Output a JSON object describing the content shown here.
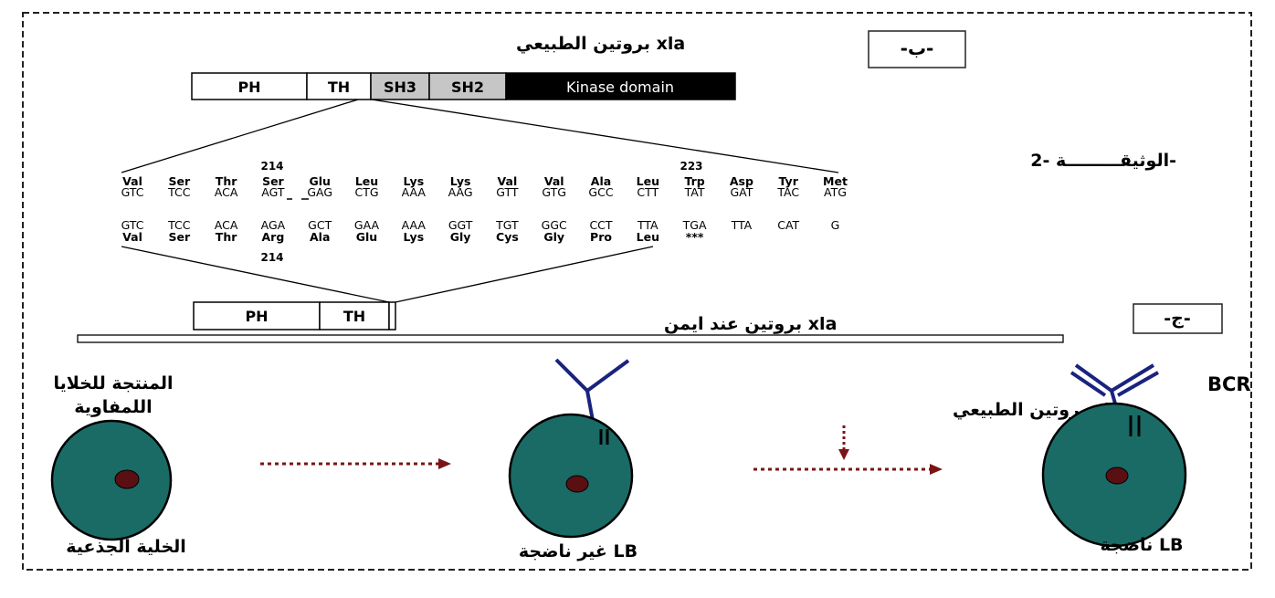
{
  "labels": {
    "panel_b": "-ب-",
    "panel_j": "-ج-",
    "document": "الوثيقـــــــــة -2-",
    "normal_protein": "xla بروتين الطبيعي",
    "mutant_protein": "xla بروتين عند ايمن",
    "normal_protein_arrow": "xla بروتين الطبيعي",
    "bcr": "BCR",
    "stem_cell_top_1": "المنتجة للخلايا",
    "stem_cell_top_2": "اللمفاوية",
    "stem_cell_bottom": "الخلية الجذعية",
    "immature_lb": "LB غير ناضجة",
    "mature_lb": "LB ناضجة"
  },
  "normal_domains": [
    "PH",
    "TH",
    "SH3",
    "SH2",
    "Kinase domain"
  ],
  "mutant_domains": [
    "PH",
    "TH"
  ],
  "sequence": {
    "pos_214_top": "214",
    "pos_223": "223",
    "pos_214_bottom": "214",
    "normal_aa": [
      "Val",
      "Ser",
      "Thr",
      "Ser",
      "Glu",
      "Leu",
      "Lys",
      "Lys",
      "Val",
      "Val",
      "Ala",
      "Leu",
      "Trp",
      "Asp",
      "Tyr",
      "Met"
    ],
    "normal_codons": [
      "GTC",
      "TCC",
      "ACA",
      "AGT",
      "GAG",
      "CTG",
      "AAA",
      "AAG",
      "GTT",
      "GTG",
      "GCC",
      "CTT",
      "TAT",
      "GAT",
      "TAC",
      "ATG"
    ],
    "mutant_codons": [
      "GTC",
      "TCC",
      "ACA",
      "AGA",
      "GCT",
      "GAA",
      "AAA",
      "GGT",
      "TGT",
      "GGC",
      "CCT",
      "TTA",
      "TGA",
      "TTA",
      "CAT",
      "G"
    ],
    "mutant_aa": [
      "Val",
      "Ser",
      "Thr",
      "Arg",
      "Ala",
      "Glu",
      "Lys",
      "Gly",
      "Cys",
      "Gly",
      "Pro",
      "Leu",
      "***"
    ]
  },
  "colors": {
    "cell_fill": "#1a6b66",
    "nucleus": "#5a0f12",
    "receptor": "#1a237e",
    "arrow": "#7b1416",
    "sh_gray": "#c6c6c6",
    "kinase": "#000000"
  }
}
